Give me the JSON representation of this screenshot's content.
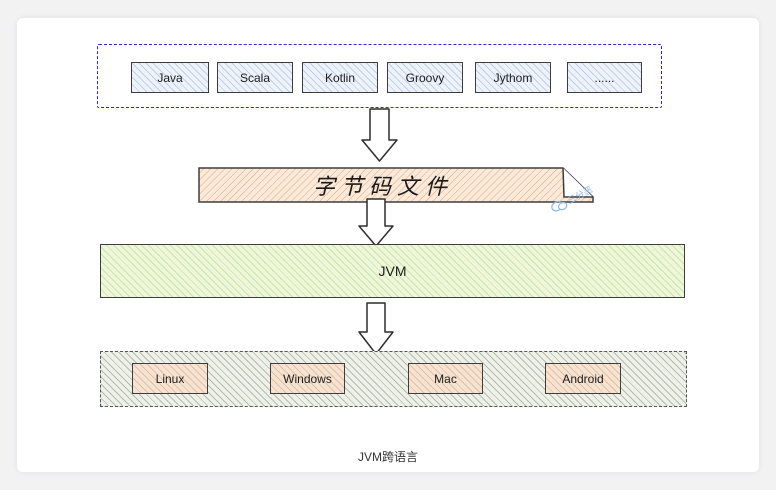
{
  "languages": {
    "items": [
      "Java",
      "Scala",
      "Kotlin",
      "Groovy",
      "Jythom",
      "......"
    ]
  },
  "bytecode": {
    "label": "字节码文件"
  },
  "jvm": {
    "label": "JVM"
  },
  "platforms": {
    "items": [
      "Linux",
      "Windows",
      "Mac",
      "Android"
    ]
  },
  "watermark": {
    "text": "三分恶",
    "icon": "wechat-icon"
  },
  "caption": "JVM跨语言",
  "colors": {
    "language_frame": "#2b2bd6",
    "bytecode_fill": "#fbe9da",
    "jvm_fill": "#eef7dc",
    "platform_fill": "#f6e3d2",
    "watermark": "#8fb8e6"
  }
}
